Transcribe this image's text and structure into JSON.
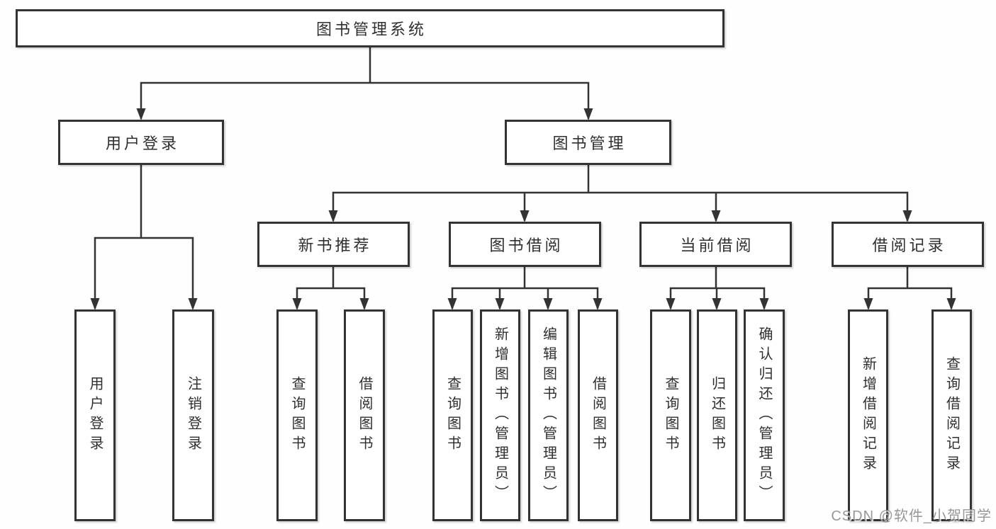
{
  "tree": {
    "root": {
      "label": "图书管理系统"
    },
    "branches": [
      {
        "label": "用户登录",
        "leaves": [
          {
            "label": "用户登录"
          },
          {
            "label": "注销登录"
          }
        ]
      },
      {
        "label": "图书管理",
        "groups": [
          {
            "label": "新书推荐",
            "leaves": [
              {
                "label": "查询图书"
              },
              {
                "label": "借阅图书"
              }
            ]
          },
          {
            "label": "图书借阅",
            "leaves": [
              {
                "label": "查询图书"
              },
              {
                "label": "新增图书（管理员）"
              },
              {
                "label": "编辑图书（管理员）"
              },
              {
                "label": "借阅图书"
              }
            ]
          },
          {
            "label": "当前借阅",
            "leaves": [
              {
                "label": "查询图书"
              },
              {
                "label": "归还图书"
              },
              {
                "label": "确认归还（管理员）"
              }
            ]
          },
          {
            "label": "借阅记录",
            "leaves": [
              {
                "label": "新增借阅记录"
              },
              {
                "label": "查询借阅记录"
              }
            ]
          }
        ]
      }
    ]
  },
  "watermark": "CSDN @软件_小贺同学",
  "colors": {
    "line": "#333333",
    "box_border": "#333333",
    "box_fill": "#ffffff",
    "text": "#2f2f2f",
    "watermark": "#8c8c8c"
  }
}
